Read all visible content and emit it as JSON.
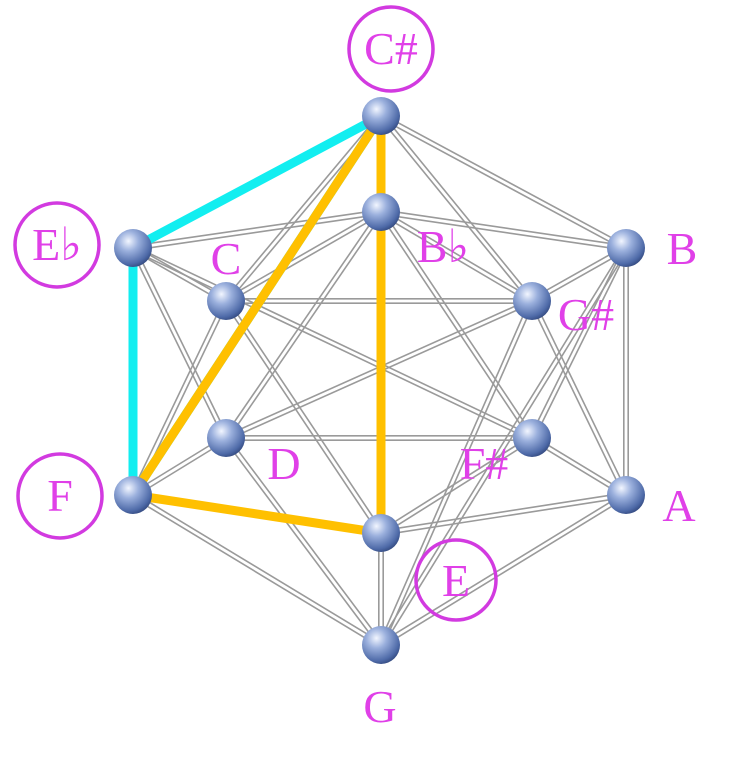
{
  "diagram": {
    "colors": {
      "background": "#ffffff",
      "edge": "#9a9a9a",
      "label": "#e040e8",
      "label_circle": "#d23ae0",
      "cyan_triangle": "#12eef0",
      "orange_triangle": "#ffc000",
      "node": "#5a76b8"
    },
    "labels": {
      "Cs": "C#",
      "Eb": "E♭",
      "C": "C",
      "Bb": "B♭",
      "B": "B",
      "Gs": "G#",
      "D": "D",
      "Fs": "F#",
      "F": "F",
      "A": "A",
      "E": "E",
      "G": "G"
    },
    "circled_labels": [
      "Cs",
      "Eb",
      "F",
      "E"
    ],
    "edges": [
      [
        "Cs",
        "Eb"
      ],
      [
        "Cs",
        "Bb"
      ],
      [
        "Cs",
        "B"
      ],
      [
        "Cs",
        "C"
      ],
      [
        "Cs",
        "Gs"
      ],
      [
        "Cs",
        "F"
      ],
      [
        "Cs",
        "E"
      ],
      [
        "Eb",
        "Bb"
      ],
      [
        "Eb",
        "C"
      ],
      [
        "Eb",
        "F"
      ],
      [
        "Eb",
        "D"
      ],
      [
        "Eb",
        "Fs"
      ],
      [
        "Bb",
        "B"
      ],
      [
        "Bb",
        "C"
      ],
      [
        "Bb",
        "Gs"
      ],
      [
        "Bb",
        "D"
      ],
      [
        "Bb",
        "Fs"
      ],
      [
        "B",
        "Gs"
      ],
      [
        "B",
        "A"
      ],
      [
        "B",
        "Fs"
      ],
      [
        "B",
        "G"
      ],
      [
        "C",
        "Gs"
      ],
      [
        "C",
        "F"
      ],
      [
        "C",
        "E"
      ],
      [
        "Gs",
        "A"
      ],
      [
        "Gs",
        "D"
      ],
      [
        "Gs",
        "G"
      ],
      [
        "D",
        "Fs"
      ],
      [
        "D",
        "F"
      ],
      [
        "D",
        "G"
      ],
      [
        "Fs",
        "A"
      ],
      [
        "Fs",
        "E"
      ],
      [
        "F",
        "E"
      ],
      [
        "F",
        "G"
      ],
      [
        "A",
        "E"
      ],
      [
        "A",
        "G"
      ],
      [
        "E",
        "G"
      ]
    ],
    "highlight_cyan": [
      "Cs",
      "Eb",
      "F"
    ],
    "highlight_orange": [
      "Cs",
      "F",
      "E"
    ]
  }
}
